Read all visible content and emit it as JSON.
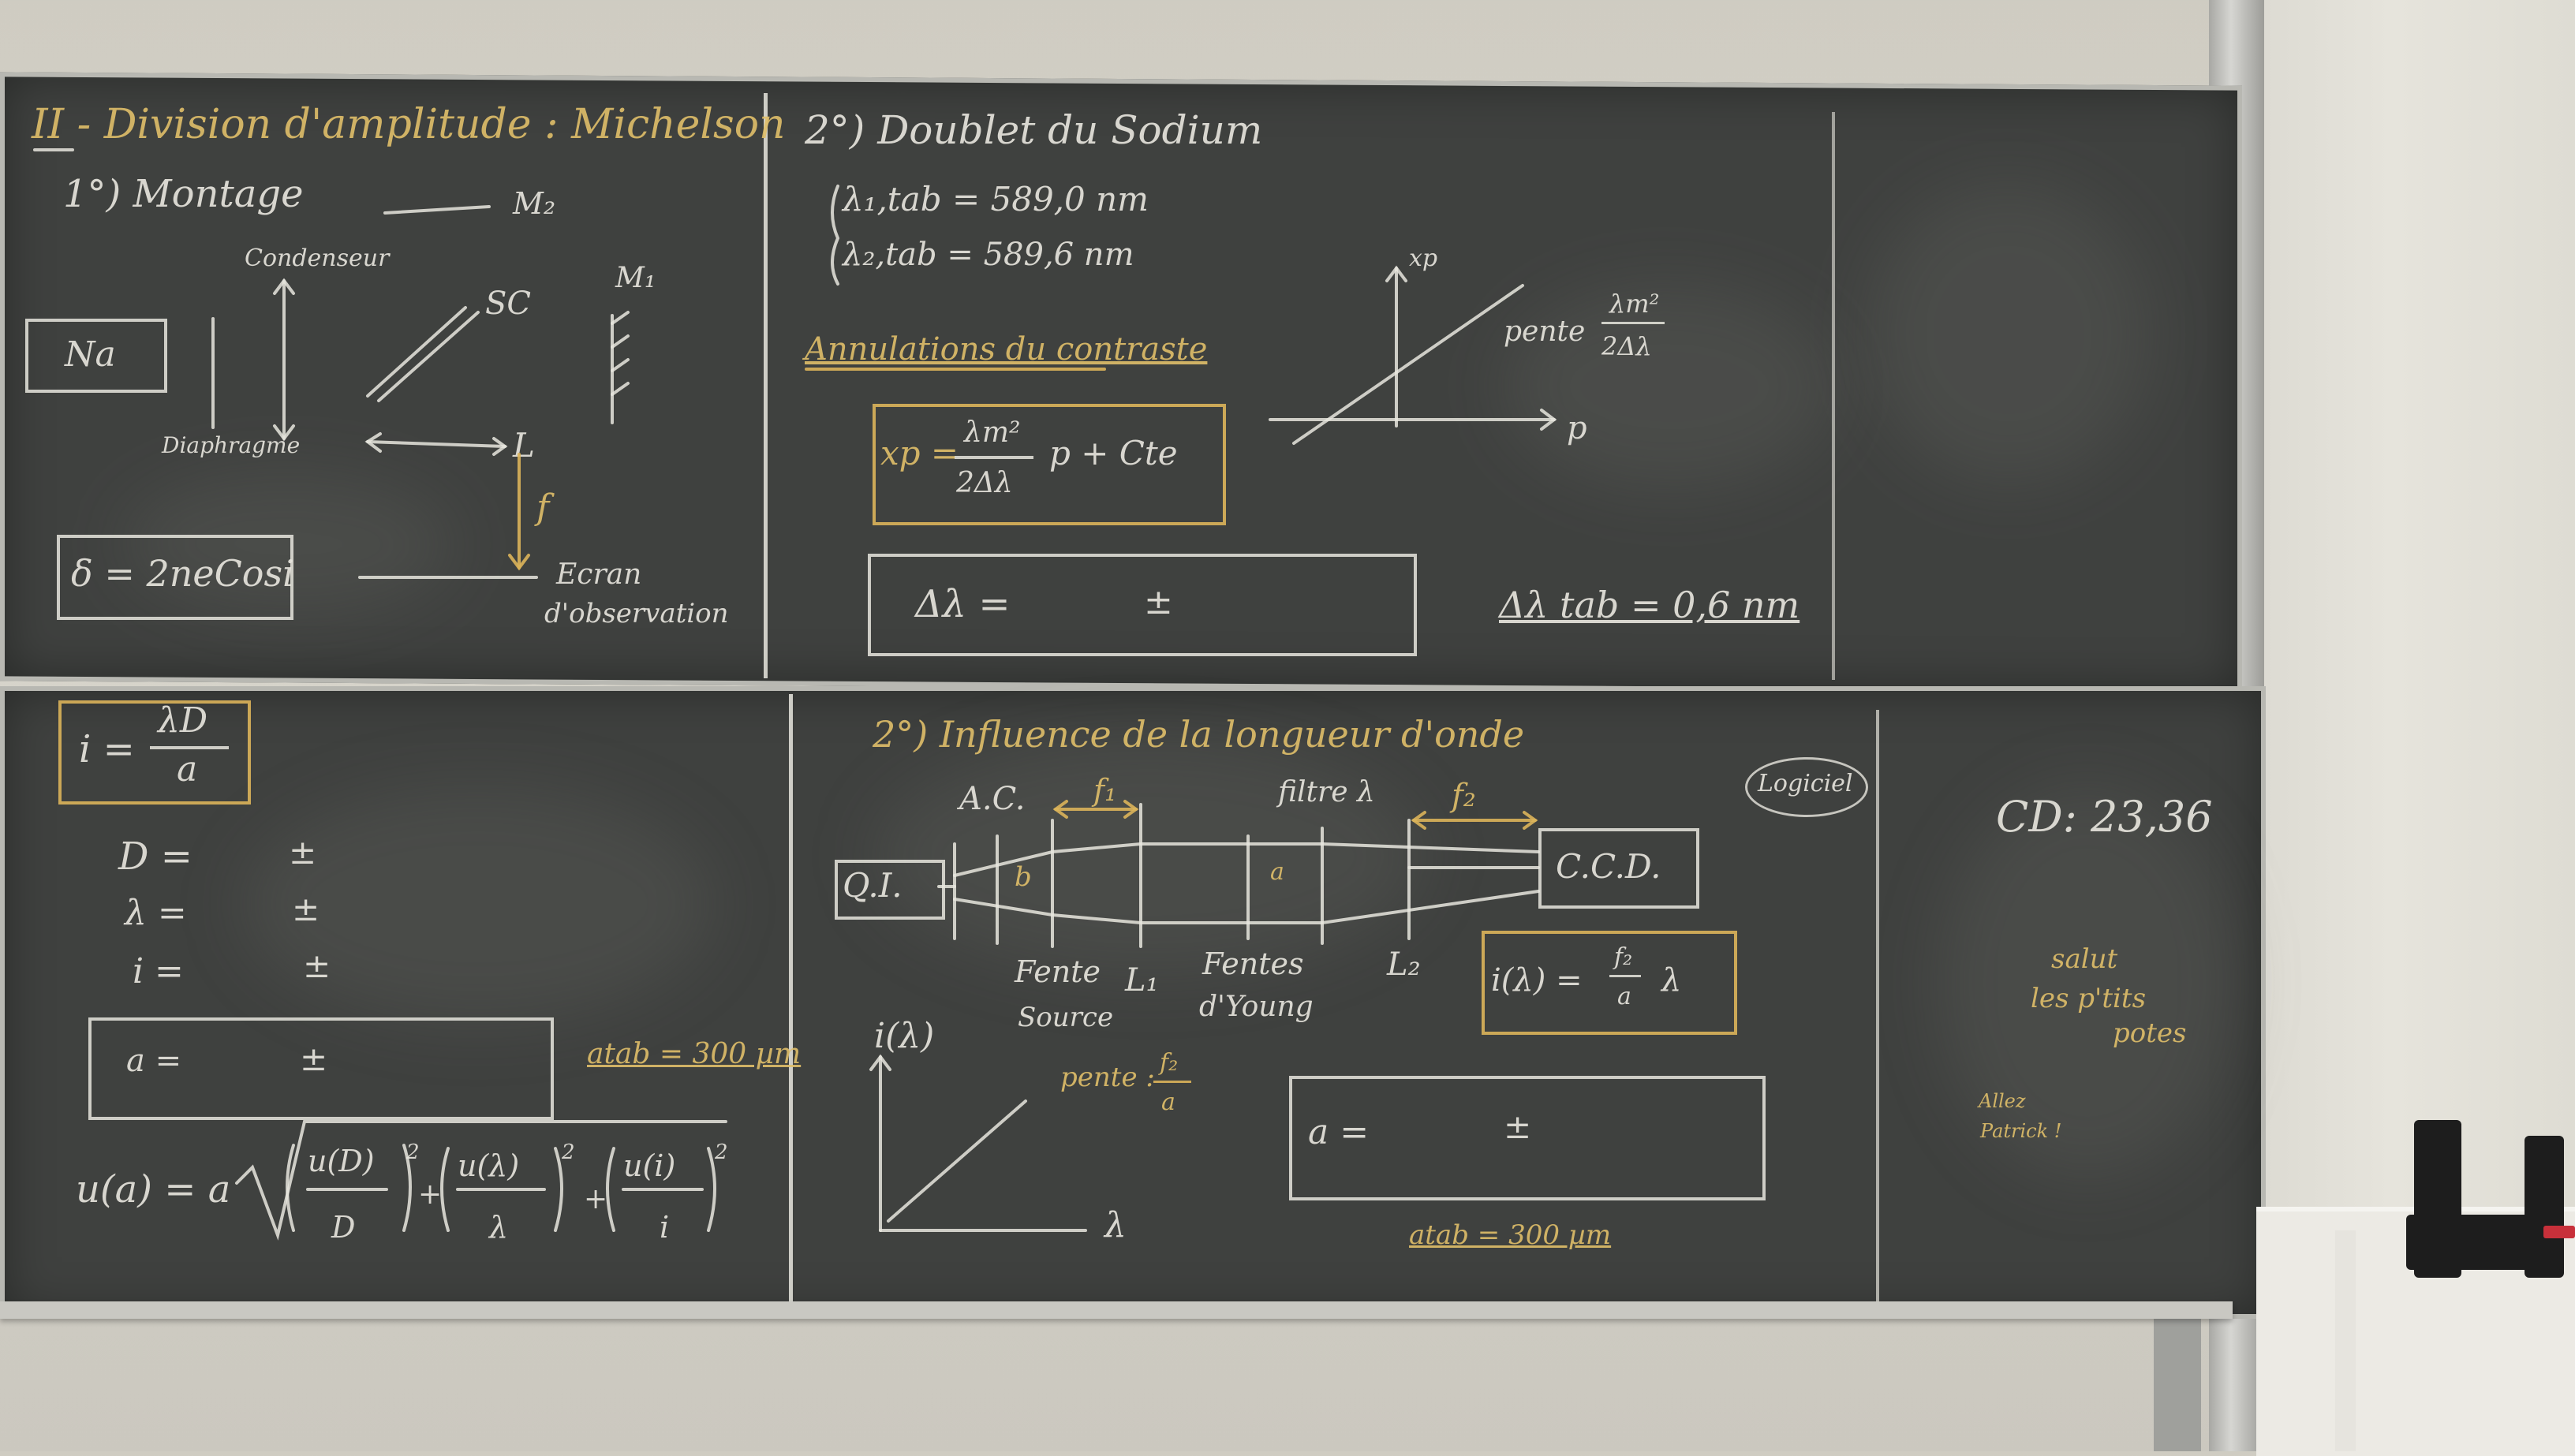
{
  "board_top": {
    "section_title": "II - Division d'amplitude : Michelson",
    "montage": {
      "heading": "1°) Montage",
      "m2": "M₂",
      "m1": "M₁",
      "condenseur": "Condenseur",
      "sc": "SC",
      "na": "Na",
      "diaphragme": "Diaphragme",
      "lens": "L",
      "f": "f",
      "formula": "δ = 2neCosi",
      "ecran": "Ecran",
      "observation": "d'observation"
    },
    "doublet": {
      "heading": "2°) Doublet du Sodium",
      "lambda1": "λ₁,tab = 589,0 nm",
      "lambda2": "λ₂,tab = 589,6 nm",
      "annulations": "Annulations du contraste",
      "formula_xp": "xp =",
      "formula_num": "λm²",
      "formula_den": "2Δλ",
      "formula_rest": "p + Cte",
      "delta_lambda": "Δλ =",
      "pm": "±",
      "delta_tab": "Δλ tab = 0,6 nm",
      "graph_y": "xp",
      "graph_x": "p",
      "pente": "pente",
      "pente_num": "λm²",
      "pente_den": "2Δλ"
    }
  },
  "board_bottom": {
    "left": {
      "i_formula": "i =",
      "i_num": "λD",
      "i_den": "a",
      "D": "D =",
      "lambda": "λ =",
      "i": "i =",
      "pm": "±",
      "a_result": "a =",
      "a_tab": "atab = 300 µm",
      "uncertainty": "u(a) = a",
      "ud": "u(D)",
      "D_den": "D",
      "ul": "u(λ)",
      "l_den": "λ",
      "ui": "u(i)",
      "i_den2": "i",
      "plus": "+",
      "sq": "2"
    },
    "middle": {
      "heading": "2°) Influence de la longueur d'onde",
      "ac": "A.C.",
      "f1": "f₁",
      "filtre": "filtre λ",
      "f2": "f₂",
      "logiciel": "Logiciel",
      "qi": "Q.I.",
      "ccd": "C.C.D.",
      "b": "b",
      "a_small": "a",
      "fente": "Fente",
      "source": "Source",
      "l1": "L₁",
      "fentes": "Fentes",
      "young": "d'Young",
      "l2": "L₂",
      "formula_i": "i(λ) =",
      "formula_num": "f₂",
      "formula_den": "a",
      "formula_end": "λ",
      "graph_y": "i(λ)",
      "graph_x": "λ",
      "pente": "pente :",
      "pente_num": "f₂",
      "pente_den": "a",
      "a_result": "a =",
      "pm": "±",
      "a_tab": "atab = 300 µm"
    },
    "right": {
      "cd": "CD: 23,36",
      "note1": "salut",
      "note2": "les p'tits",
      "note3": "potes",
      "note4": "Allez",
      "note5": "Patrick !"
    }
  }
}
